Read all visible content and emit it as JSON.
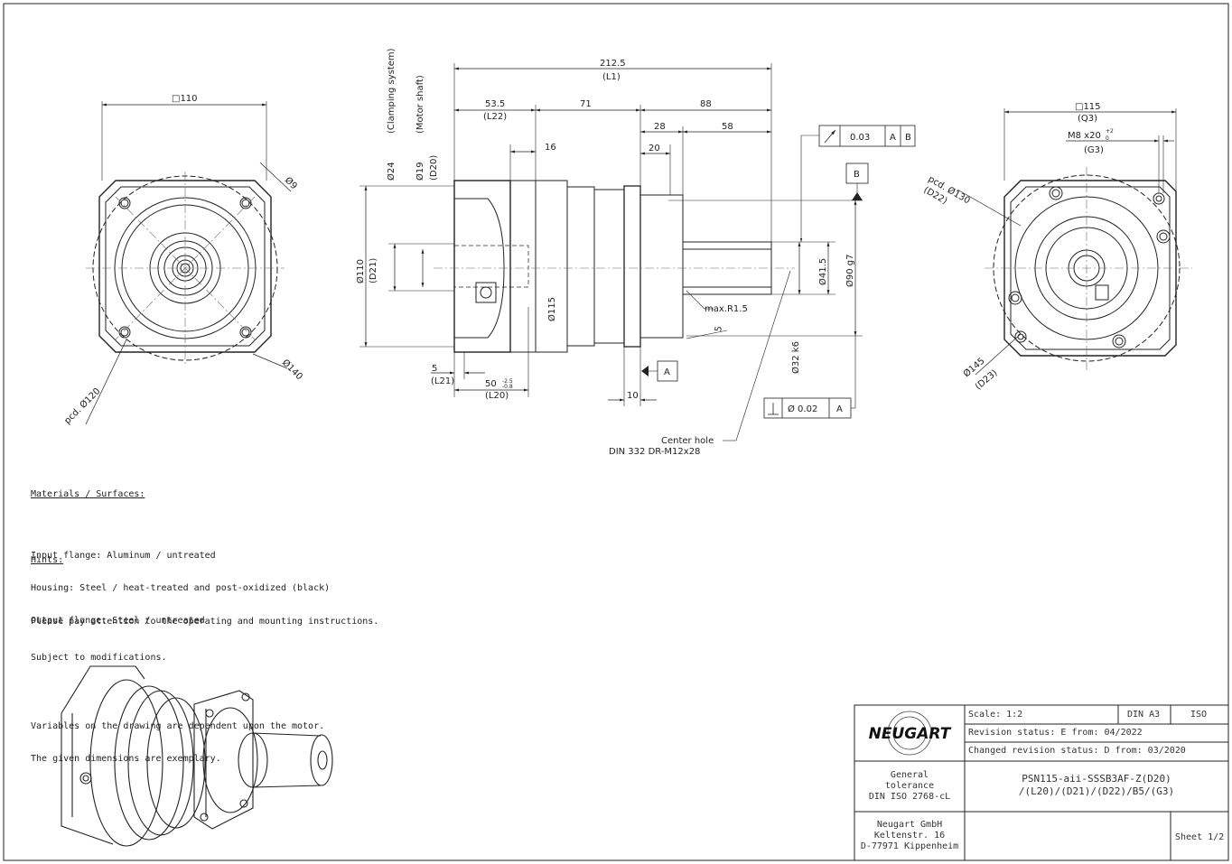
{
  "front_view": {
    "square": "□110",
    "hole": "Ø9",
    "pcd": "pcd. Ø120",
    "outer": "Ø140"
  },
  "side_view": {
    "L1_value": "212.5",
    "L1_label": "(L1)",
    "L22_value": "53.5",
    "L22_label": "(L22)",
    "mid_value": "71",
    "out_value": "88",
    "d28": "28",
    "d58": "58",
    "d20": "20",
    "d16": "16",
    "clamping": "(Clamping system)",
    "motor_shaft": "(Motor shaft)",
    "d24": "Ø24",
    "d19": "Ø19",
    "D20": "(D20)",
    "d110": "Ø110",
    "D21": "(D21)",
    "d115": "Ø115",
    "d41": "Ø41.5",
    "d90": "Ø90 g7",
    "d32": "Ø32 k6",
    "radius": "max.R1.5",
    "five": "5",
    "L21_value": "5",
    "L21_label": "(L21)",
    "L20_value": "50",
    "L20_tol_up": "-2.5",
    "L20_tol_dn": "-0.8",
    "L20_label": "(L20)",
    "ten": "10",
    "datum_a": "A",
    "datum_b": "B",
    "runout_value": "0.03",
    "runout_ref_a": "A",
    "runout_ref_b": "B",
    "perp_value": "Ø 0.02",
    "perp_ref": "A",
    "center_hole_1": "Center hole",
    "center_hole_2": "DIN 332 DR-M12x28"
  },
  "rear_view": {
    "square": "□115",
    "Q3": "(Q3)",
    "thread": "M8 x20",
    "thread_sup": "+2",
    "thread_sub": "0",
    "G3": "(G3)",
    "pcd": "pcd. Ø130",
    "D22": "(D22)",
    "outer": "Ø145",
    "D23": "(D23)"
  },
  "notes": {
    "materials_title": "Materials / Surfaces:",
    "materials": [
      "Input flange: Aluminum / untreated",
      "Housing: Steel / heat-treated and post-oxidized (black)",
      "Output flange: Steel / untreated"
    ],
    "hints_title": "Hints:",
    "hints": [
      "Please pay attention to the operating and mounting instructions.",
      "Subject to modifications."
    ],
    "variables": [
      "Variables on the drawing are dependent upon the motor.",
      "The given dimensions are exemplary."
    ]
  },
  "title_block": {
    "logo": "NEUGART",
    "scale": "Scale: 1:2",
    "format": "DIN A3",
    "standard": "ISO",
    "revision": "Revision status: E  from: 04/2022",
    "changed": "Changed revision status: D  from: 03/2020",
    "tolerance_1": "General",
    "tolerance_2": "tolerance",
    "tolerance_3": "DIN ISO 2768-cL",
    "part_1": "PSN115-aii-SSSB3AF-Z(D20)",
    "part_2": "/(L20)/(D21)/(D22)/B5/(G3)",
    "company_1": "Neugart GmbH",
    "company_2": "Keltenstr. 16",
    "company_3": "D-77971 Kippenheim",
    "sheet": "Sheet 1/2"
  },
  "colors": {
    "line": "#111111",
    "thin": "#333333",
    "paper": "#ffffff"
  }
}
